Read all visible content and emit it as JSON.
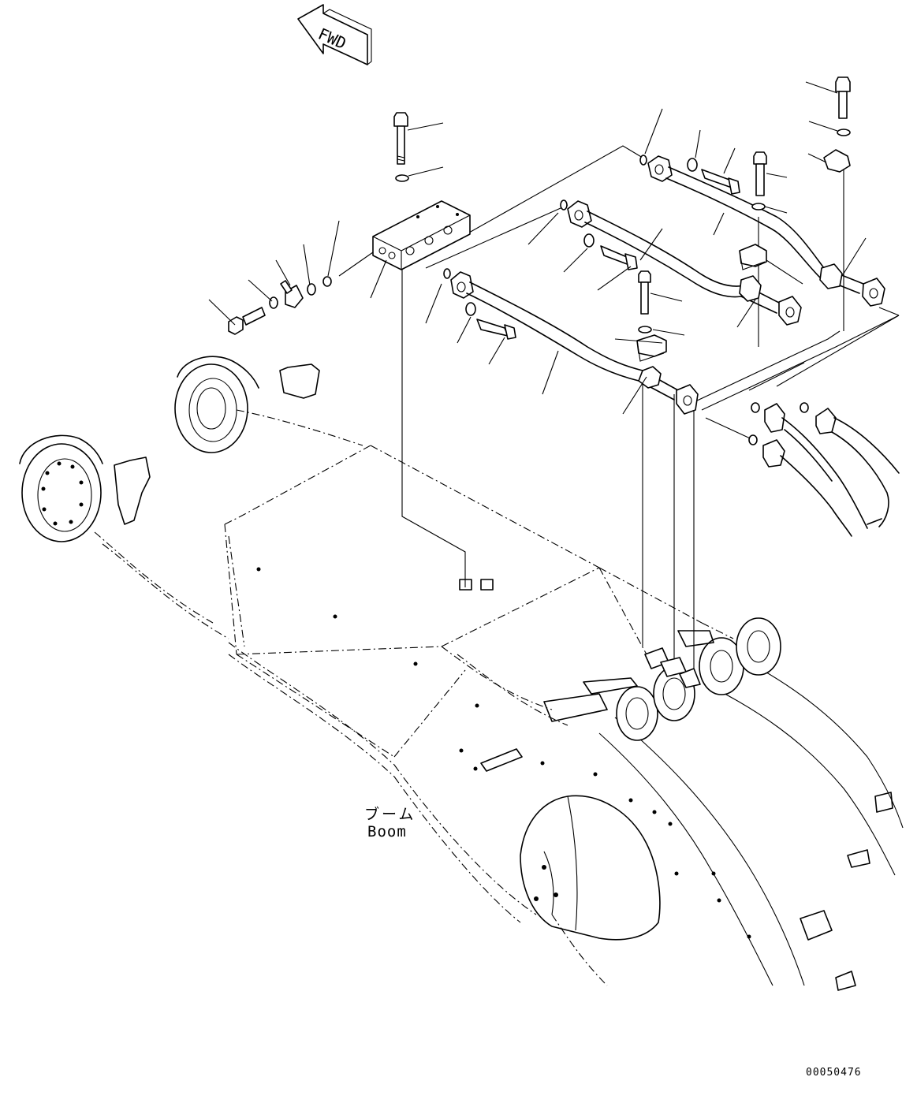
{
  "forward_marker": {
    "text": "FWD"
  },
  "boom_label": {
    "japanese": "ブーム",
    "english": "Boom"
  },
  "drawing_number": "00050476",
  "colors": {
    "line": "#000000",
    "background": "#ffffff"
  }
}
